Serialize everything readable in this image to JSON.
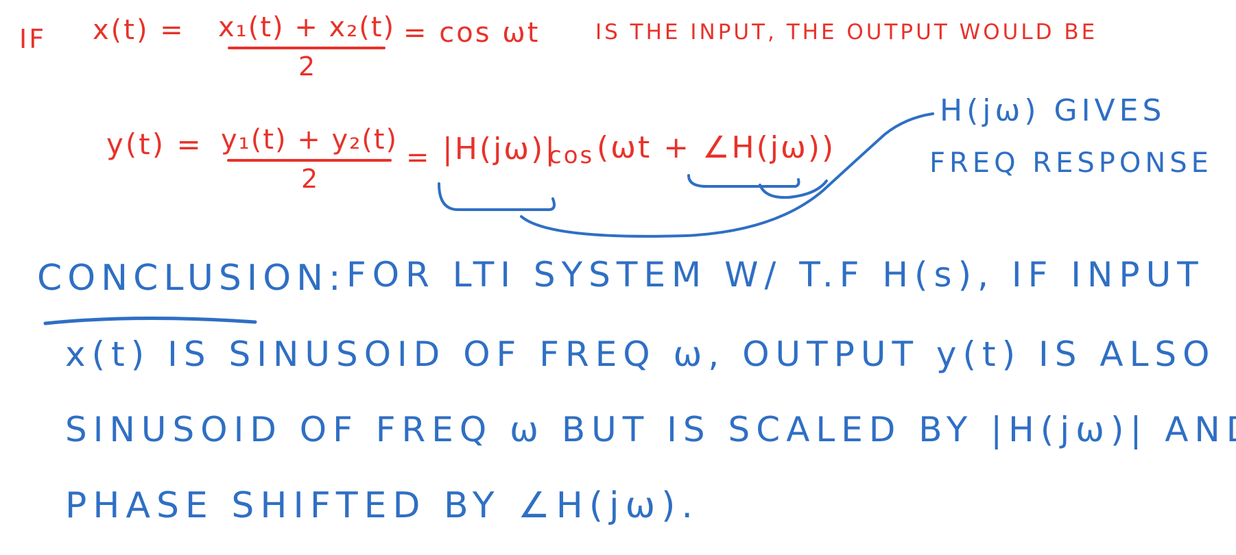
{
  "colors": {
    "red_ink": "#e8322a",
    "blue_ink": "#2f6fc4",
    "background": "#ffffff"
  },
  "line1": {
    "if": "IF",
    "lhs": "x(t) =",
    "numerator": "x₁(t) + x₂(t)",
    "denominator": "2",
    "rhs": "= cos ωt",
    "text": "IS THE INPUT, THE OUTPUT WOULD BE"
  },
  "line2": {
    "lhs": "y(t) =",
    "numerator": "y₁(t) + y₂(t)",
    "denominator": "2",
    "eq": "=",
    "magnitude": "|H(jω)|",
    "cos": "cos",
    "phase_arg": "(ωt + ∠H(jω))"
  },
  "annotation": {
    "line1": "H(jω) GIVES",
    "line2": "FREQ RESPONSE"
  },
  "conclusion": {
    "heading": "CONCLUSION:",
    "line1": "FOR LTI SYSTEM W/ T.F H(s), IF INPUT",
    "line2": "x(t) IS SINUSOID OF FREQ ω, OUTPUT y(t) IS ALSO",
    "line3": "SINUSOID OF FREQ ω BUT IS SCALED BY |H(jω)| AND",
    "line4": "PHASE SHIFTED BY ∠H(jω)."
  }
}
